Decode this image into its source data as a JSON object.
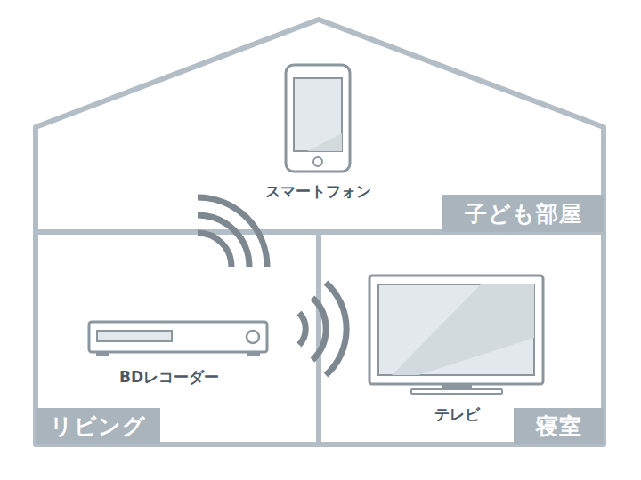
{
  "diagram": {
    "nodes": [
      {
        "text": [
          "子ども部屋"
        ]
      },
      {
        "text": [
          "リビング"
        ]
      },
      {
        "text": [
          "寝室"
        ]
      }
    ],
    "labels": [
      "スマートフォン",
      "BDレコーダー",
      "テレビ"
    ]
  }
}
